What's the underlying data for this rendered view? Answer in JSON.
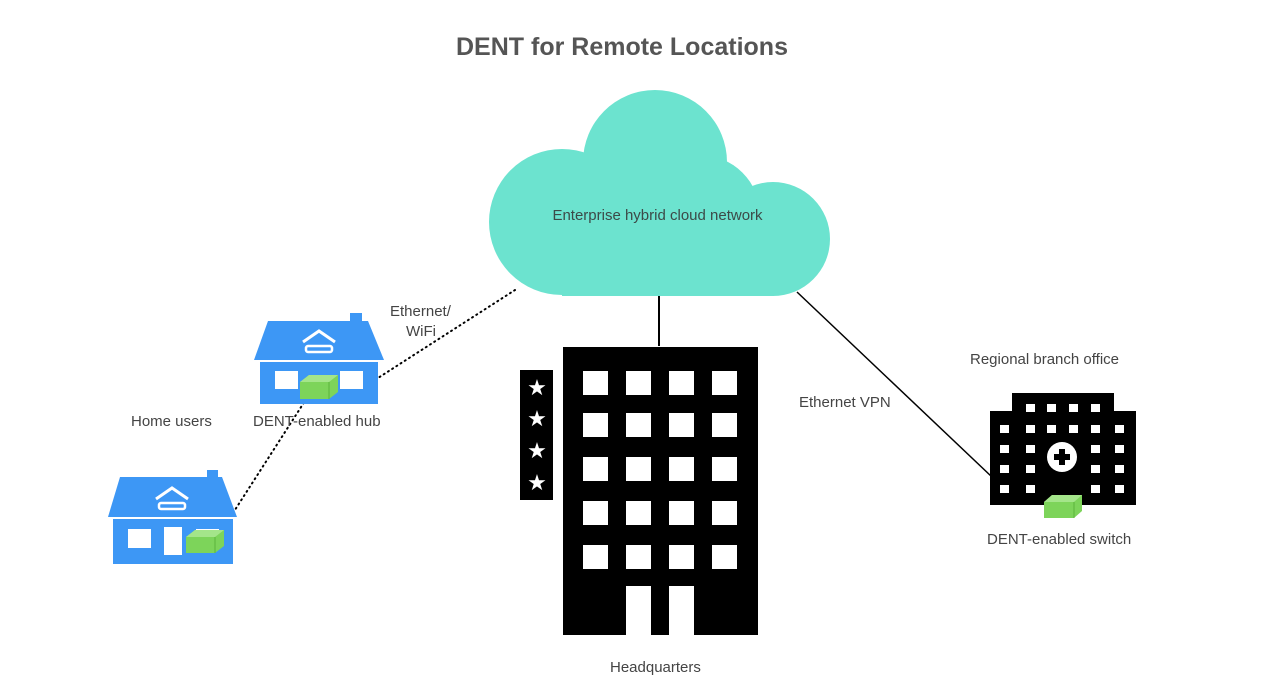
{
  "title": "DENT for Remote Locations",
  "nodes": {
    "cloud": "Enterprise hybrid cloud network",
    "headquarters": "Headquarters",
    "home_users": "Home users",
    "hub": "DENT-enabled hub",
    "branch": "Regional branch office",
    "switch": "DENT-enabled switch"
  },
  "links": {
    "ethernet_wifi_line1": "Ethernet/",
    "ethernet_wifi_line2": "WiFi",
    "ethernet_vpn": "Ethernet VPN"
  },
  "colors": {
    "cloud": "#6ce3cf",
    "house": "#3d97f5",
    "device": "#7dd45a",
    "building": "#000000"
  }
}
